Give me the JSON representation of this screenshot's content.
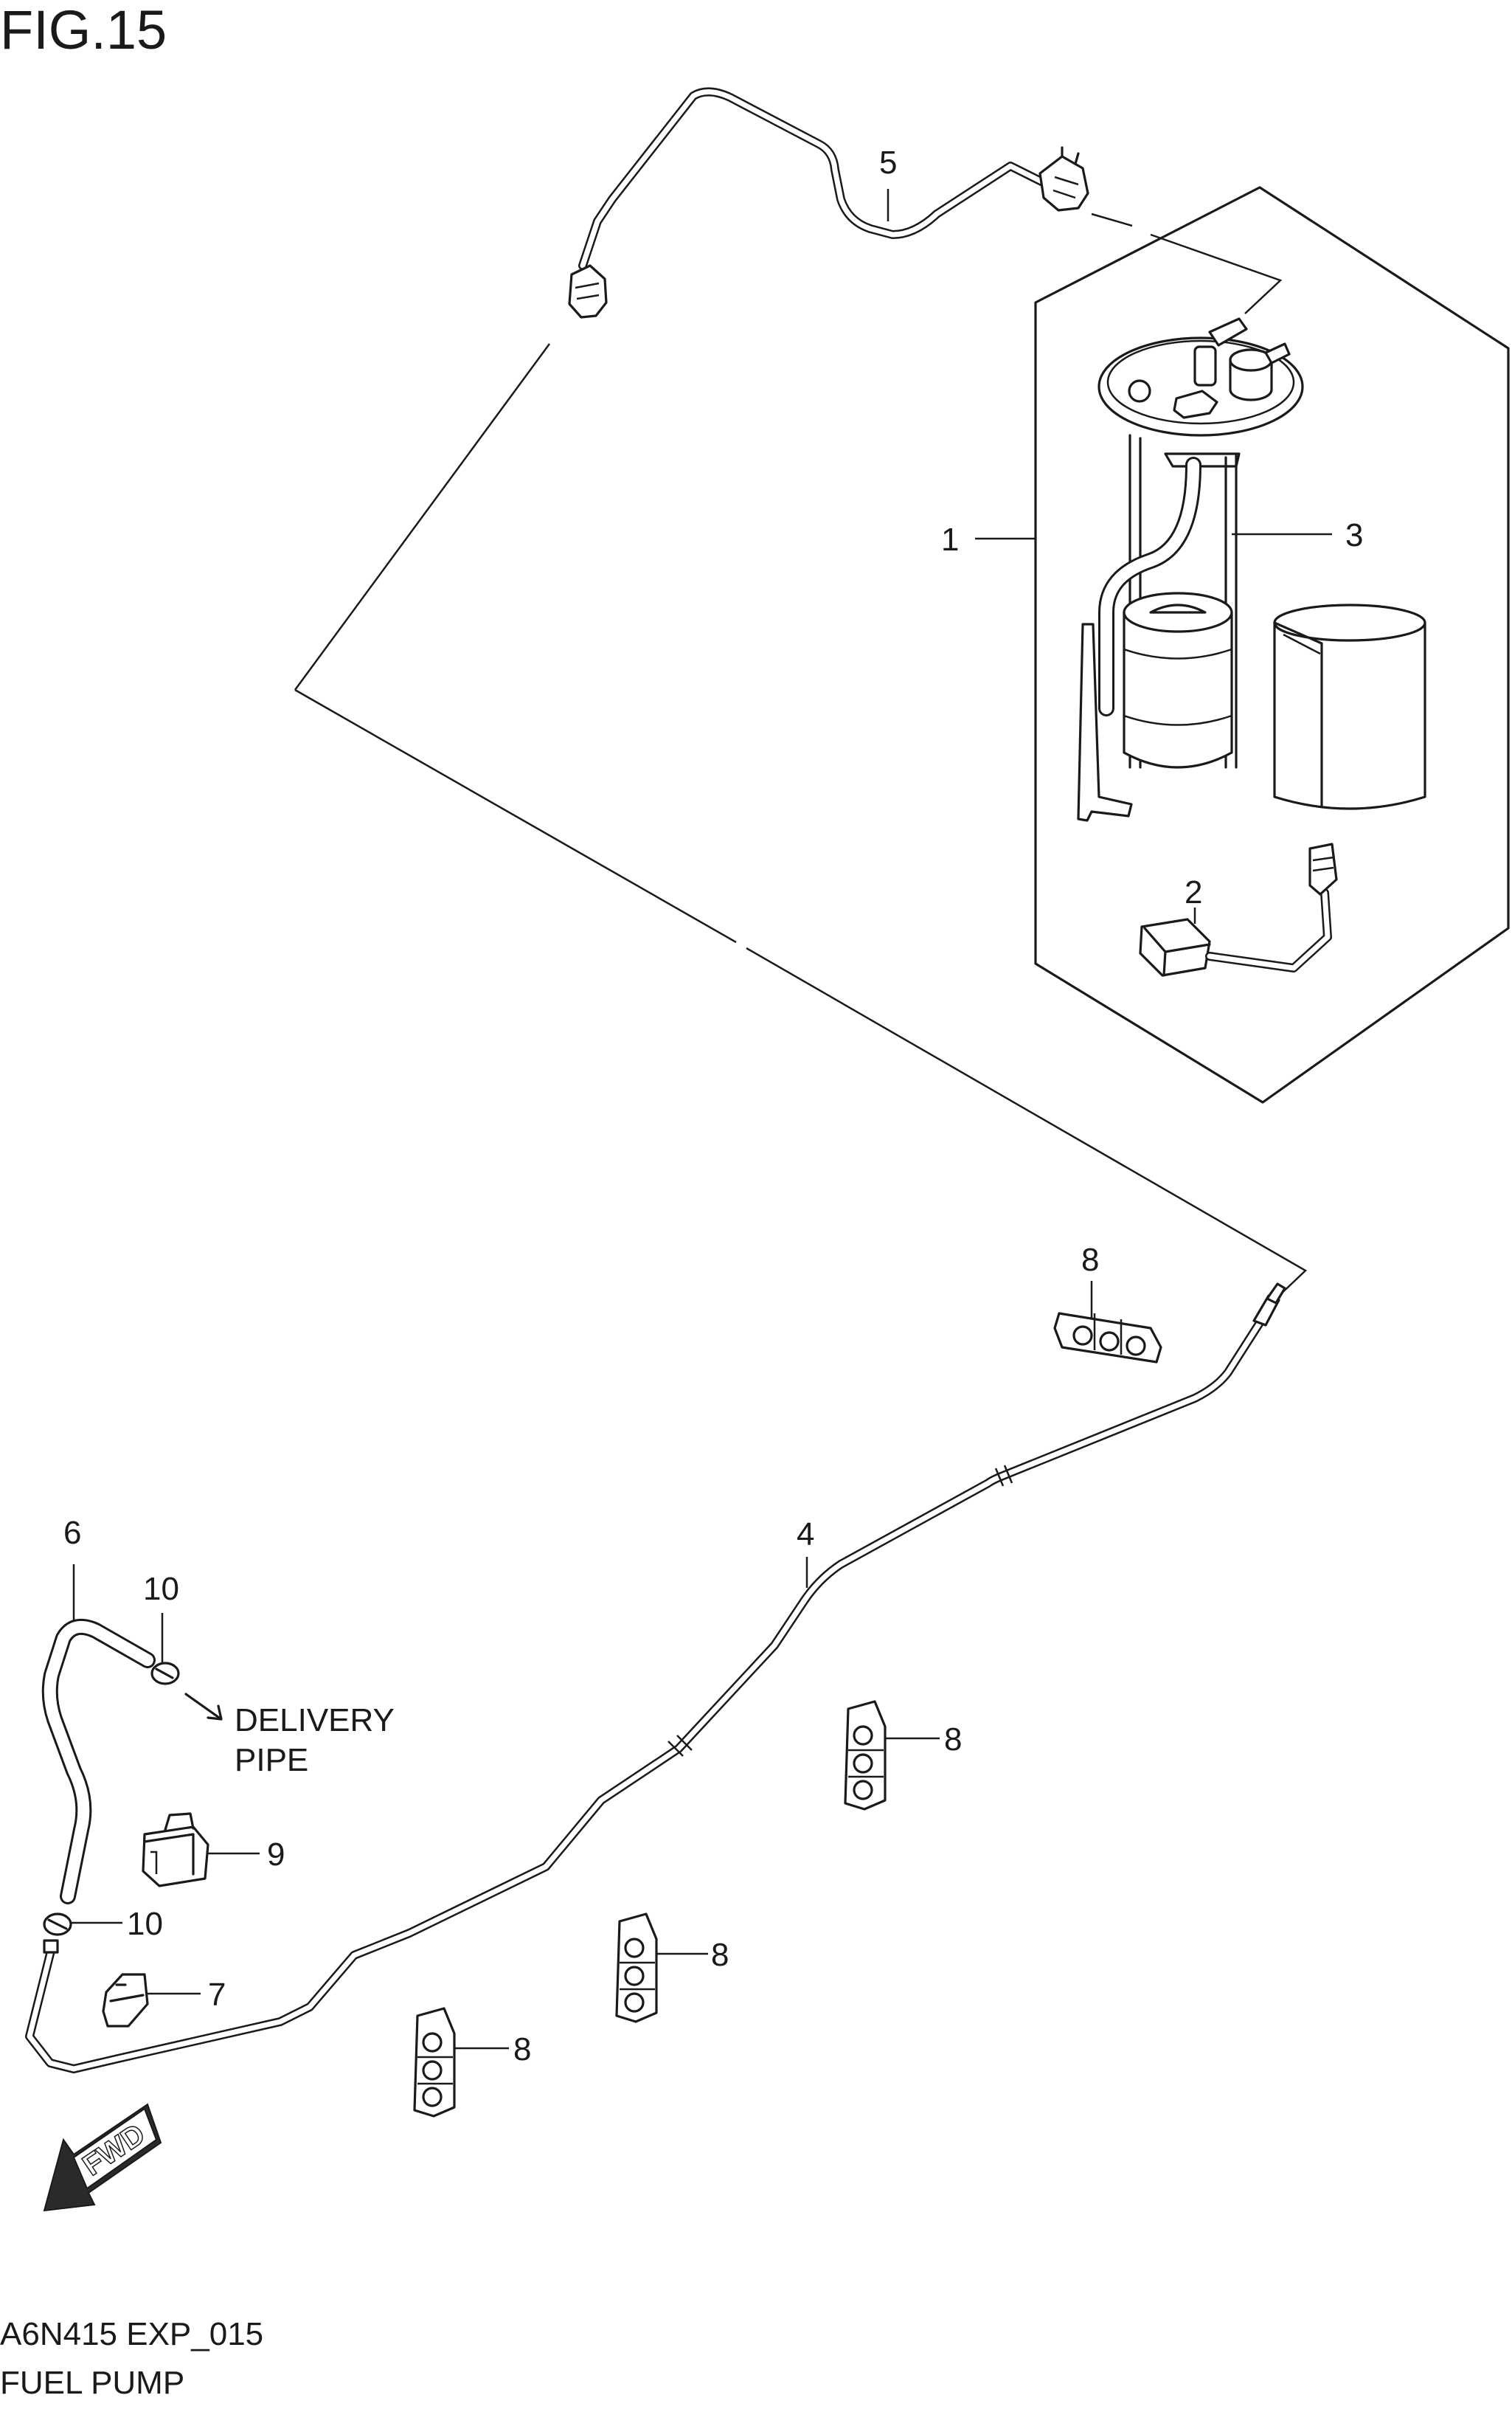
{
  "figure": {
    "title": "FIG.15",
    "code": "A6N415 EXP_015",
    "name": "FUEL PUMP"
  },
  "callouts": {
    "c1": "1",
    "c2": "2",
    "c3": "3",
    "c4": "4",
    "c5": "5",
    "c6": "6",
    "c7": "7",
    "c8a": "8",
    "c8b": "8",
    "c8c": "8",
    "c8d": "8",
    "c9": "9",
    "c10a": "10",
    "c10b": "10"
  },
  "annotations": {
    "delivery_line1": "DELIVERY",
    "delivery_line2": "PIPE",
    "fwd": "FWD"
  }
}
